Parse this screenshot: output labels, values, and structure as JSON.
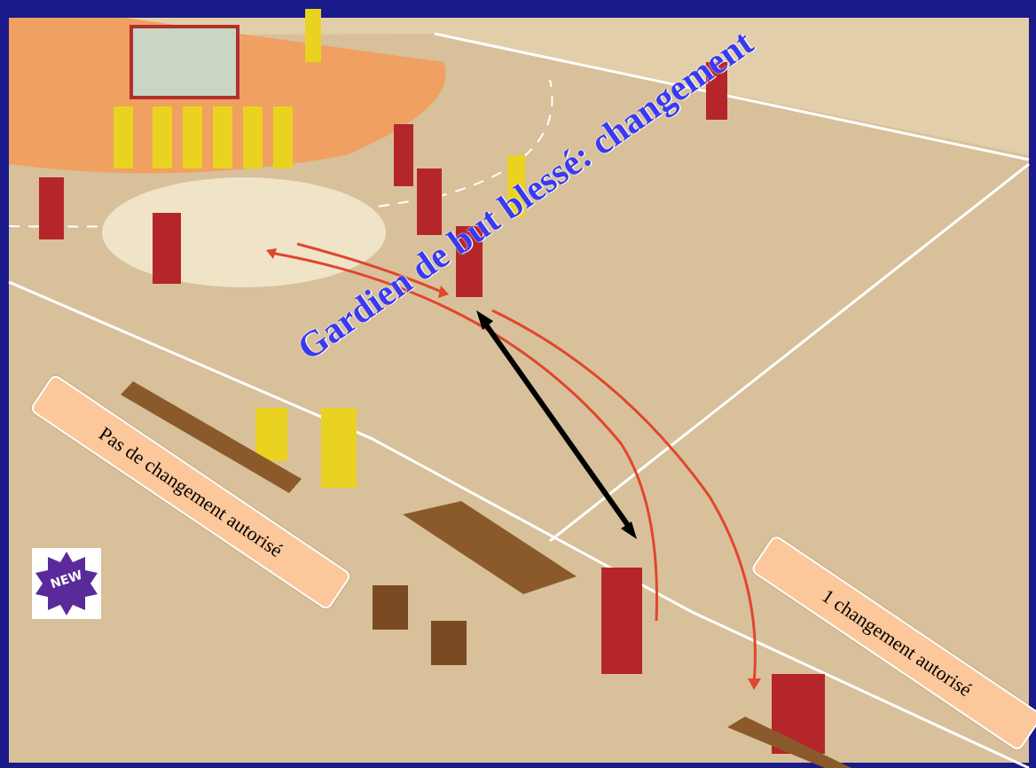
{
  "slide": {
    "title": "Gardien de but blessé: changement",
    "callout_left": "Pas de changement autorisé",
    "callout_right": "1 changement autorisé",
    "badge": "NEW"
  },
  "colors": {
    "slide_border": "#1a1a8a",
    "court": "#dcc7a1",
    "goal_area": "#f0a060",
    "title_text": "#3a3af0",
    "callout_bg": "#fcc79a",
    "arrow_red": "#e0462e",
    "arrow_black": "#000000",
    "badge_bg": "#5a2a9a"
  }
}
